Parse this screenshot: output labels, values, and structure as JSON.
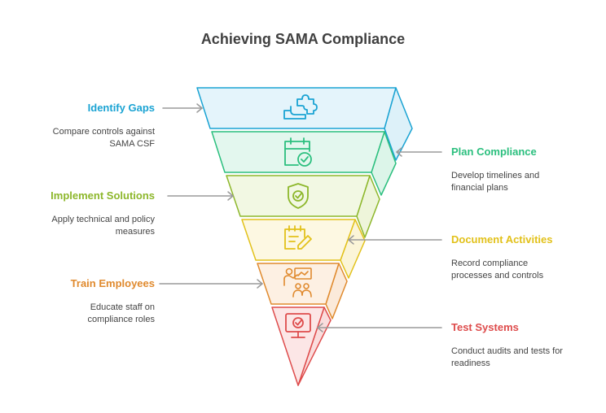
{
  "title": "Achieving SAMA Compliance",
  "steps": [
    {
      "title": "Identify Gaps",
      "description": "Compare controls against SAMA CSF",
      "color": "#1AA3D3",
      "icon": "puzzle-icon"
    },
    {
      "title": "Plan Compliance",
      "description": "Develop timelines and financial plans",
      "color": "#2BBF7E",
      "icon": "calendar-check-icon"
    },
    {
      "title": "Implement Solutions",
      "description": "Apply technical and policy measures",
      "color": "#8DB72B",
      "icon": "shield-check-icon"
    },
    {
      "title": "Document Activities",
      "description": "Record compliance processes and controls",
      "color": "#E2C11A",
      "icon": "notepad-pen-icon"
    },
    {
      "title": "Train Employees",
      "description": "Educate staff on compliance roles",
      "color": "#E08A2E",
      "icon": "presentation-people-icon"
    },
    {
      "title": "Test Systems",
      "description": "Conduct audits and tests for readiness",
      "color": "#DE4C4C",
      "icon": "monitor-check-icon"
    }
  ]
}
